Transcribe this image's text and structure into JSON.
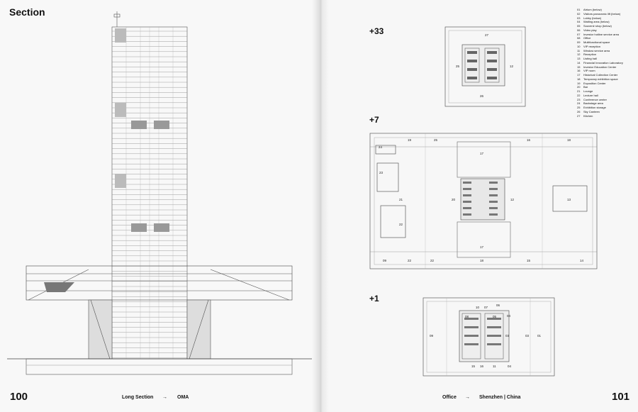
{
  "left_page": {
    "title": "Section",
    "page_number": "100",
    "caption": "Long Section",
    "arrow": "→",
    "author": "OMA"
  },
  "right_page": {
    "page_number": "101",
    "caption": "Office",
    "arrow": "→",
    "location": "Shenzhen | China",
    "levels": [
      "+33",
      "+7",
      "+1"
    ],
    "legend": [
      {
        "num": "01",
        "label": "Atrium (below)"
      },
      {
        "num": "02",
        "label": "Visitors panoramic lift (below)"
      },
      {
        "num": "03",
        "label": "Lobby (below)"
      },
      {
        "num": "04",
        "label": "Waiting area (below)"
      },
      {
        "num": "05",
        "label": "Souvenir shop (below)"
      },
      {
        "num": "06",
        "label": "Video play"
      },
      {
        "num": "07",
        "label": "Investor hotline service area"
      },
      {
        "num": "08",
        "label": "Office"
      },
      {
        "num": "09",
        "label": "Multifunctional space"
      },
      {
        "num": "10",
        "label": "VIP reception"
      },
      {
        "num": "11",
        "label": "Window service area"
      },
      {
        "num": "12",
        "label": "Reception"
      },
      {
        "num": "13",
        "label": "Listing hall"
      },
      {
        "num": "14",
        "label": "Financial Innovation Laboratory"
      },
      {
        "num": "15",
        "label": "Investor Education Center"
      },
      {
        "num": "16",
        "label": "VIP room"
      },
      {
        "num": "17",
        "label": "Historical Collection Center"
      },
      {
        "num": "18",
        "label": "Temporary exhibition space"
      },
      {
        "num": "19",
        "label": "Exposition Center"
      },
      {
        "num": "20",
        "label": "Bar"
      },
      {
        "num": "21",
        "label": "Lounge"
      },
      {
        "num": "22",
        "label": "Lecture hall"
      },
      {
        "num": "23",
        "label": "Conference center"
      },
      {
        "num": "24",
        "label": "Backstage area"
      },
      {
        "num": "25",
        "label": "Exhibition storage"
      },
      {
        "num": "26",
        "label": "Sky Canteen"
      },
      {
        "num": "27",
        "label": "Kitchen"
      }
    ],
    "plan_labels": {
      "l33": [
        "27",
        "25",
        "12",
        "26"
      ],
      "l7": [
        "25",
        "24",
        "19",
        "17",
        "18",
        "16",
        "23",
        "21",
        "20",
        "12",
        "13",
        "22",
        "09",
        "22",
        "22",
        "18",
        "15",
        "14",
        "17"
      ],
      "l1": [
        "10",
        "07",
        "06",
        "08",
        "05",
        "04",
        "09",
        "03",
        "03",
        "01",
        "15",
        "16",
        "11",
        "04"
      ]
    }
  }
}
